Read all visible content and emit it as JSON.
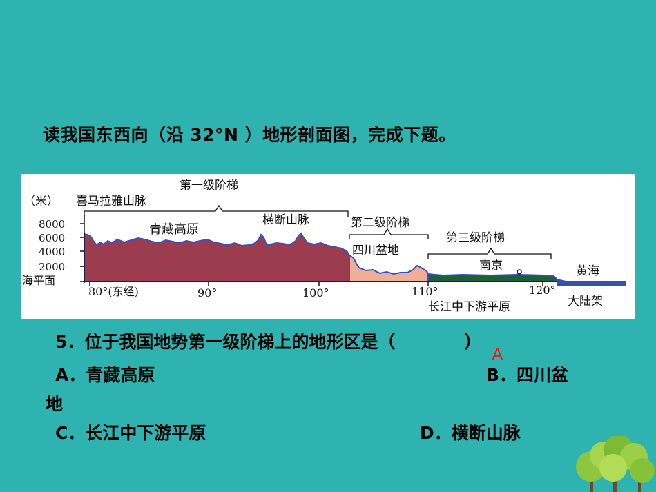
{
  "instruction": "读我国东西向（沿 32°N ）地形剖面图，完成下题。",
  "profile": {
    "unit_label": "（米）",
    "range_label": "喜马拉雅山脉",
    "y_ticks": [
      "8000",
      "6000",
      "4000",
      "2000",
      "海平面"
    ],
    "x_ticks": [
      "80°(东经)",
      "90°",
      "100°",
      "110°",
      "120°"
    ],
    "step1_label": "第一级阶梯",
    "step2_label": "第二级阶梯",
    "step3_label": "第三级阶梯",
    "region_qingzang": "青藏高原",
    "region_hengduan": "横断山脉",
    "region_sichuan": "四川盆地",
    "region_nanjing": "南京",
    "region_yellow_sea": "黄海",
    "region_changjiang": "长江中下游平原",
    "region_shelf": "大陆架",
    "colors": {
      "step1": "#9c3d4f",
      "step2": "#eeae97",
      "step3": "#1f5f37",
      "sea": "#3a4fa8",
      "outline": "#3350c8"
    }
  },
  "question": {
    "stem": "5．位于我国地势第一级阶梯上的地形区是（　　　　）",
    "answer": "A",
    "option_a": "A．青藏高原",
    "option_b_line1": "B．四川盆",
    "option_b_line2": "地",
    "option_c": "C．长江中下游平原",
    "option_d": "D．横断山脉"
  }
}
